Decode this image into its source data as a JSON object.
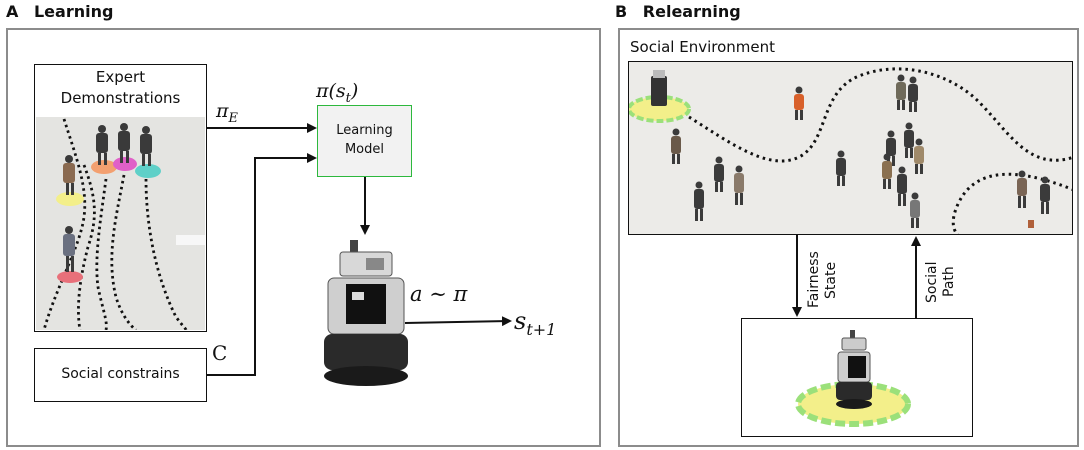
{
  "panel_a": {
    "letter": "A",
    "title": "Learning",
    "expert_box_label": "Expert\nDemonstrations",
    "pi_e": "π",
    "pi_e_sub": "E",
    "policy_label": "π(s",
    "policy_sub": "t",
    "policy_close": ")",
    "model_label": "Learning\nModel",
    "action_label": "a ∼ π",
    "next_state": "s",
    "next_state_sub": "t+1",
    "constraints_box_label": "Social constrains",
    "c_label": "C"
  },
  "panel_b": {
    "letter": "B",
    "title": "Relearning",
    "env_label": "Social Environment",
    "down_arrow_label": "Fairness\nState",
    "up_arrow_label": "Social\nPath"
  },
  "colors": {
    "frame": "#8c8c8c",
    "model_border": "#2db83d",
    "model_fill": "#f2f2f2",
    "floor": "#e9e9e7",
    "ring_yellow": "#f3ef8a",
    "ring_green": "#9be07a",
    "ring_orange": "#f3a070",
    "ring_magenta": "#e060c8",
    "ring_cyan": "#5fd0c8",
    "ring_red": "#e8707a"
  }
}
